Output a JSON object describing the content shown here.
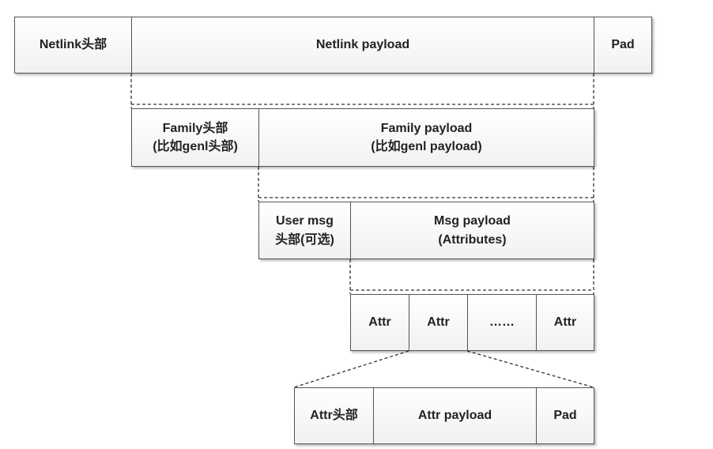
{
  "diagram": {
    "netlink_row": {
      "header": "Netlink头部",
      "payload": "Netlink payload",
      "pad": "Pad"
    },
    "family_row": {
      "header": "Family头部\n(比如genl头部)",
      "payload": "Family payload\n(比如genl payload)"
    },
    "user_row": {
      "header": "User msg\n头部(可选)",
      "payload": "Msg payload\n(Attributes)"
    },
    "attr_row": {
      "items": [
        "Attr",
        "Attr",
        "……",
        "Attr"
      ]
    },
    "attr_detail_row": {
      "header": "Attr头部",
      "payload": "Attr payload",
      "pad": "Pad"
    }
  }
}
